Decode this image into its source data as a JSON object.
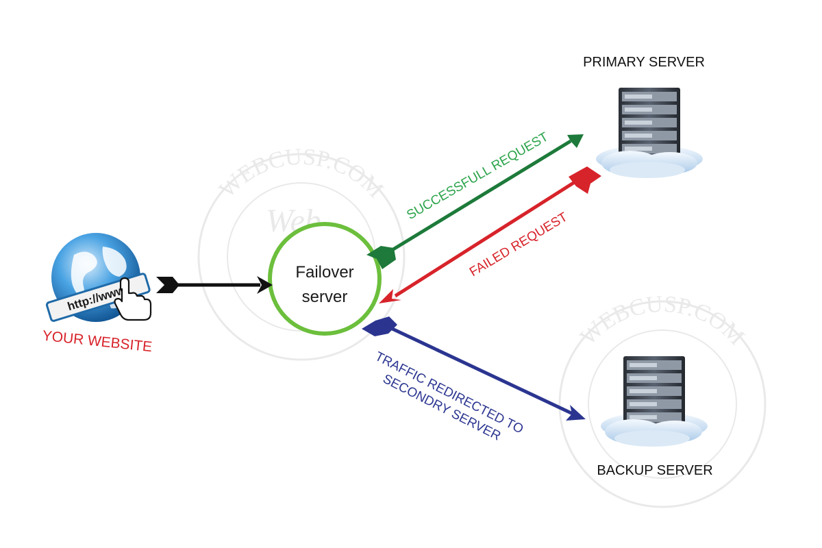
{
  "labels": {
    "your_website": "YOUR WEBSITE",
    "failover_line1": "Failover",
    "failover_line2": "server",
    "primary_server": "PRIMARY SERVER",
    "backup_server": "BACKUP SERVER",
    "successful_request": "SUCCESSFULL REQUEST",
    "failed_request": "FAILED REQUEST",
    "traffic_line1": "TRAFFIC REDIRECTED TO",
    "traffic_line2": "SECONDRY SERVER",
    "url_text": "http://www.",
    "watermark": "WEBCUSP.COM",
    "watermark_script": "Web"
  },
  "colors": {
    "success": "#1d7a3a",
    "success_text": "#2aa34a",
    "failed": "#d7232a",
    "traffic": "#2b3590",
    "website_text": "#d7232a",
    "failover_ring": "#6cbf3c",
    "black": "#111111"
  }
}
